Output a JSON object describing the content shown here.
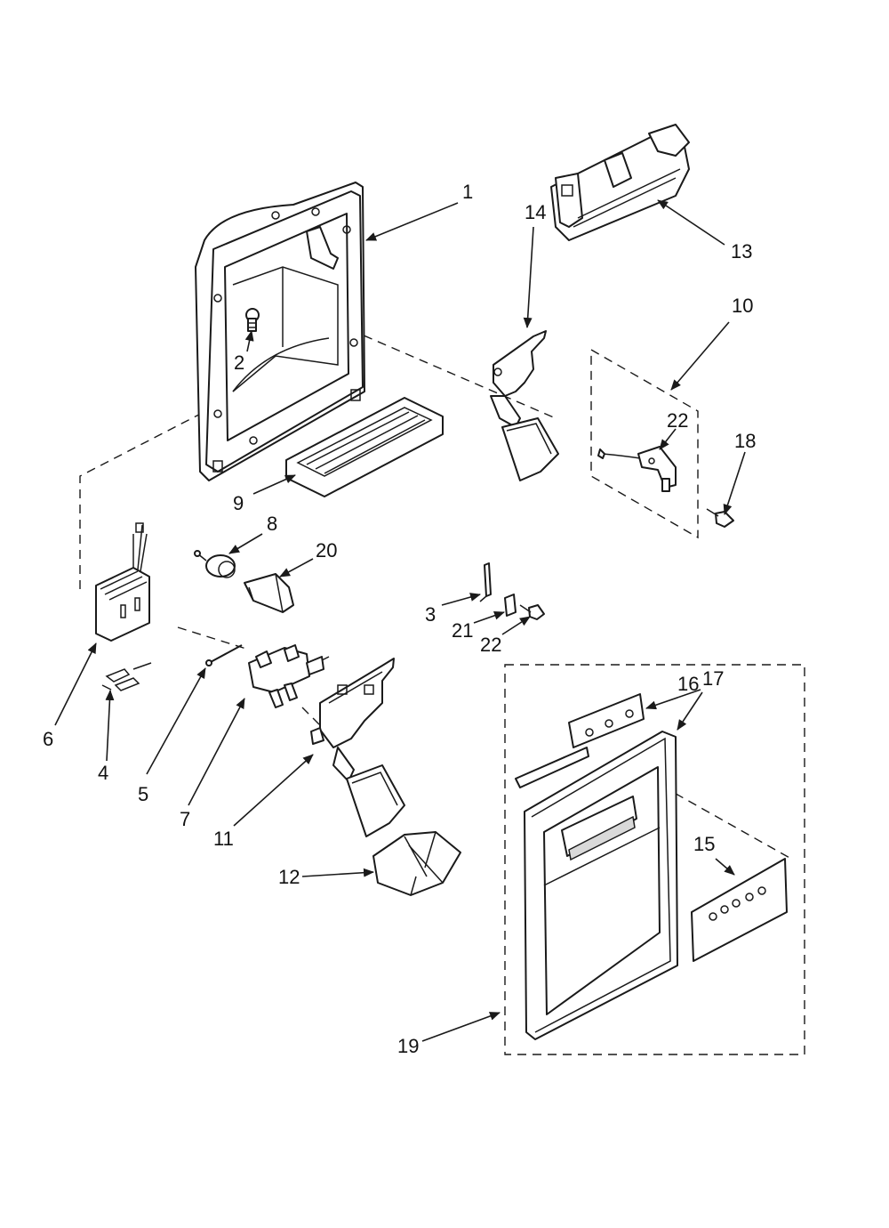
{
  "callouts": {
    "c1": "1",
    "c2": "2",
    "c3": "3",
    "c4": "4",
    "c5": "5",
    "c6": "6",
    "c7": "7",
    "c8": "8",
    "c9": "9",
    "c10": "10",
    "c11": "11",
    "c12": "12",
    "c13": "13",
    "c14": "14",
    "c15": "15",
    "c16": "16",
    "c17": "17",
    "c18": "18",
    "c19": "19",
    "c20": "20",
    "c21": "21",
    "c22a": "22",
    "c22b": "22"
  },
  "colors": {
    "line": "#1a1a1a",
    "shade": "#d9d9d9",
    "background": "#ffffff"
  }
}
